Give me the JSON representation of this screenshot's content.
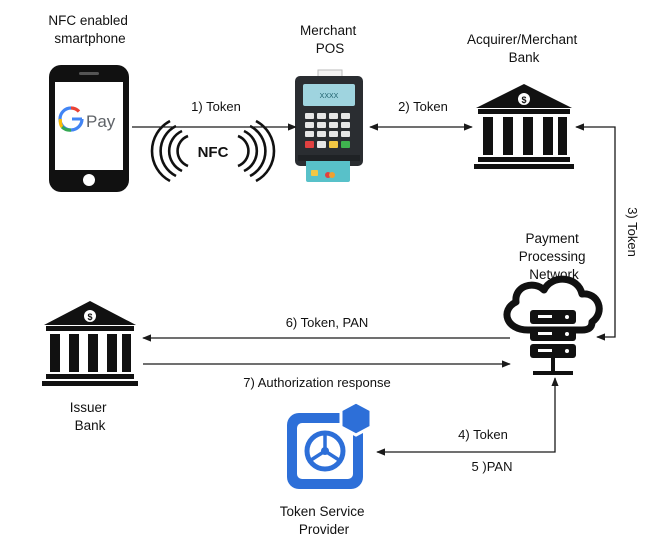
{
  "nodes": {
    "phone": {
      "label": [
        "NFC enabled",
        "smartphone"
      ],
      "wallet_text": "Pay"
    },
    "pos": {
      "label": [
        "Merchant",
        "POS"
      ],
      "screen_text": "XXXX"
    },
    "acquirer": {
      "label": [
        "Acquirer/Merchant",
        "Bank"
      ]
    },
    "network": {
      "label": [
        "Payment",
        "Processing",
        "Network"
      ]
    },
    "issuer": {
      "label": [
        "Issuer",
        "Bank"
      ]
    },
    "tsp": {
      "label": [
        "Token Service",
        "Provider"
      ]
    }
  },
  "nfc_text": "NFC",
  "bank_symbol": "$",
  "arrows": [
    {
      "id": "phone-to-pos",
      "label": "1) Token"
    },
    {
      "id": "pos-to-acquirer",
      "label": "2) Token"
    },
    {
      "id": "acquirer-to-network",
      "label": "3) Token"
    },
    {
      "id": "network-to-tsp",
      "label": "4) Token"
    },
    {
      "id": "tsp-to-network",
      "label": "5 )PAN"
    },
    {
      "id": "network-to-issuer",
      "label": "6) Token, PAN"
    },
    {
      "id": "issuer-to-network",
      "label": "7) Authorization response"
    }
  ],
  "colors": {
    "line": "#1a1a1a",
    "tsp_blue": "#2d6fd8",
    "gpay_blue": "#4285F4",
    "gpay_red": "#EA4335",
    "gpay_yellow": "#FBBC05",
    "gpay_green": "#34A853"
  }
}
